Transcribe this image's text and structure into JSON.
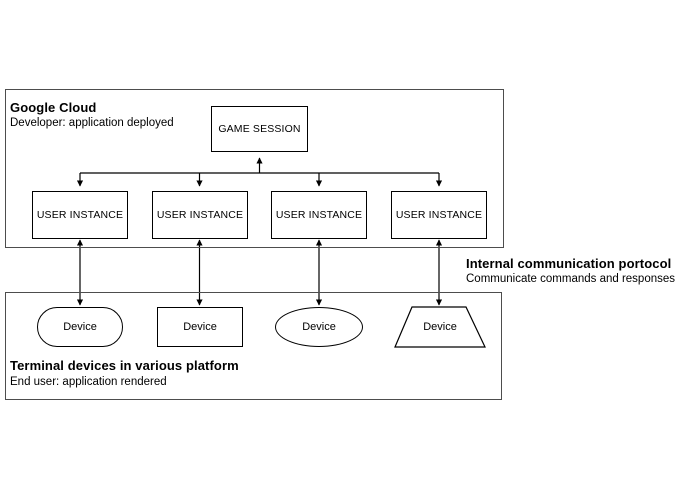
{
  "diagram": {
    "title_visible": false,
    "background": "#ffffff",
    "stroke": "#000000",
    "container_stroke": "#4d4d4d"
  },
  "groups": [
    {
      "id": "google-cloud",
      "title": "Google Cloud",
      "subtitle": "Developer: application deployed"
    },
    {
      "id": "terminal-devices",
      "title": "Terminal devices in various platform",
      "subtitle": "End user: application rendered"
    }
  ],
  "protocol": {
    "title": "Internal communication portocol",
    "subtitle": "Communicate commands and responses"
  },
  "nodes": {
    "game_session": {
      "label": "GAME SESSION",
      "shape": "rectangle"
    },
    "user_instances": [
      {
        "label": "USER INSTANCE",
        "shape": "rectangle"
      },
      {
        "label": "USER INSTANCE",
        "shape": "rectangle"
      },
      {
        "label": "USER INSTANCE",
        "shape": "rectangle"
      },
      {
        "label": "USER INSTANCE",
        "shape": "rectangle"
      }
    ],
    "devices": [
      {
        "label": "Device",
        "shape": "rounded-rectangle"
      },
      {
        "label": "Device",
        "shape": "rectangle"
      },
      {
        "label": "Device",
        "shape": "ellipse"
      },
      {
        "label": "Device",
        "shape": "trapezoid"
      }
    ]
  },
  "connectors": [
    {
      "from": "bus",
      "to": "game-session",
      "arrow": "up"
    },
    {
      "from": "bus",
      "to": "user-instance-1",
      "arrow": "down"
    },
    {
      "from": "bus",
      "to": "user-instance-2",
      "arrow": "down"
    },
    {
      "from": "bus",
      "to": "user-instance-3",
      "arrow": "down"
    },
    {
      "from": "bus",
      "to": "user-instance-4",
      "arrow": "down"
    },
    {
      "from": "user-instance-1",
      "to": "device-1",
      "arrow": "both"
    },
    {
      "from": "user-instance-2",
      "to": "device-2",
      "arrow": "both"
    },
    {
      "from": "user-instance-3",
      "to": "device-3",
      "arrow": "both"
    },
    {
      "from": "user-instance-4",
      "to": "device-4",
      "arrow": "both"
    }
  ]
}
